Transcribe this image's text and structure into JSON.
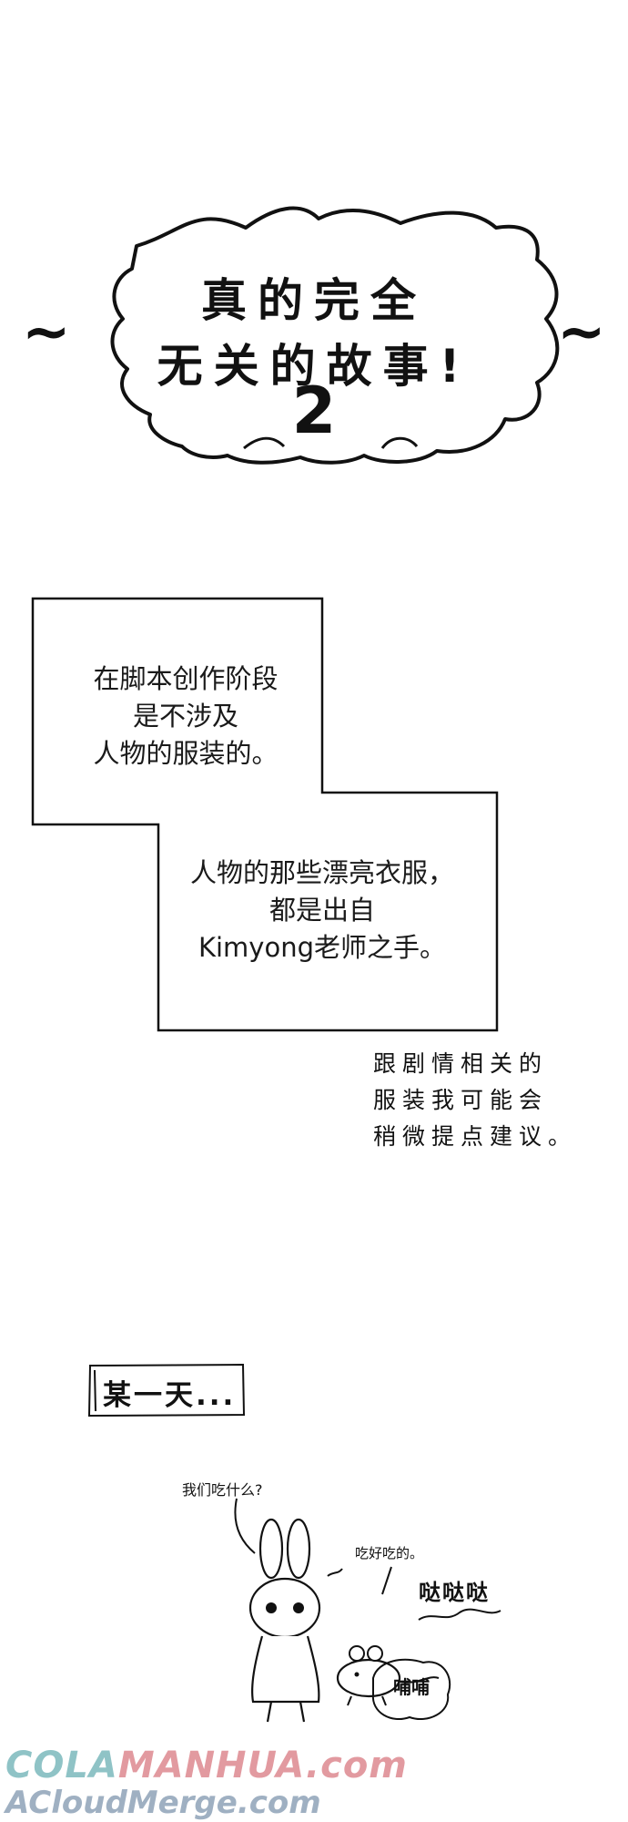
{
  "title": {
    "line1": "真的完全",
    "line2": "无关的故事!",
    "number": "2",
    "left_tilde": "~",
    "right_tilde": "~"
  },
  "narration": {
    "box1": [
      "在脚本创作阶段",
      "是不涉及",
      "人物的服装的。"
    ],
    "box2": [
      "人物的那些漂亮衣服，",
      "都是出自",
      "Kimyong老师之手。"
    ]
  },
  "side_note": [
    "跟剧情相关的",
    "服装我可能会",
    "稍微提点建议。"
  ],
  "scene_label": "某一天...",
  "doodle": {
    "speech1": "我们吃什么?",
    "speech2": "吃好吃的。",
    "sfx1": "哒哒哒",
    "sfx2": "哺哺"
  },
  "watermark": {
    "line1_a": "COLA",
    "line1_b": "MANHUA",
    "line1_c": ".com",
    "line2": "ACloudMerge.com"
  },
  "colors": {
    "ink": "#111111",
    "background": "#ffffff",
    "watermark_teal": "#8fc3c6",
    "watermark_pink": "#e29aa0",
    "watermark_blue": "#9fb0c2"
  }
}
